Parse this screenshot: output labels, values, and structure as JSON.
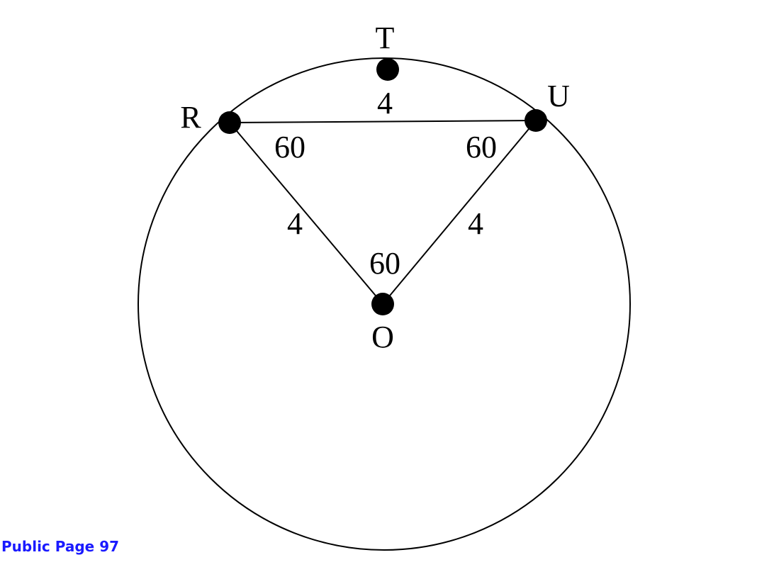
{
  "points": {
    "T": "T",
    "U": "U",
    "R": "R",
    "O": "O"
  },
  "measures": {
    "chord_RU": "4",
    "angle_R": "60",
    "angle_U": "60",
    "side_RO": "4",
    "side_UO": "4",
    "angle_O": "60"
  },
  "footer": {
    "text": "Public Page 97"
  },
  "colors": {
    "stroke": "#000000",
    "footer": "#1a1aff"
  }
}
